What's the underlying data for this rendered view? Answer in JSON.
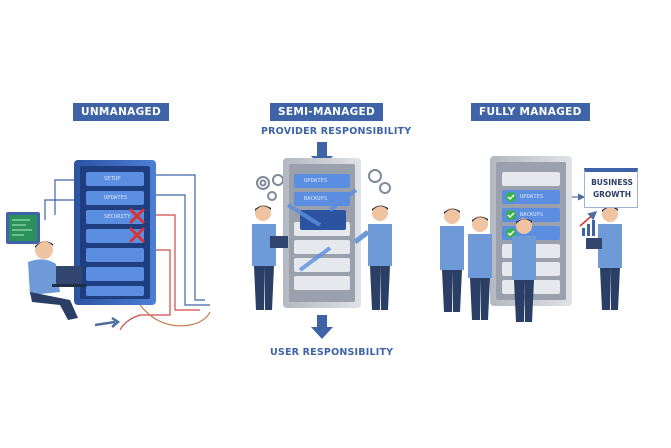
{
  "sections": {
    "unmanaged": {
      "title": "UNMANAGED",
      "slots": [
        "SETUP",
        "UPDATES",
        "SECURITY"
      ]
    },
    "semi_managed": {
      "title": "SEMI-MANAGED",
      "provider_label": "PROVIDER RESPONSIBILITY",
      "user_label": "USER RESPONSIBILITY",
      "slots": [
        "UPDATES",
        "BACKUPS"
      ]
    },
    "fully_managed": {
      "title": "FULLY MANAGED",
      "slots": [
        "UPDATES",
        "BACKUPS"
      ],
      "business_label_1": "BUSINESS",
      "business_label_2": "GROWTH"
    }
  },
  "colors": {
    "brand_blue": "#3e63a6",
    "server_blue": "#3f6dc4",
    "server_gray": "#c9cdd4",
    "check_green": "#36b24a",
    "error_red": "#d93434"
  }
}
